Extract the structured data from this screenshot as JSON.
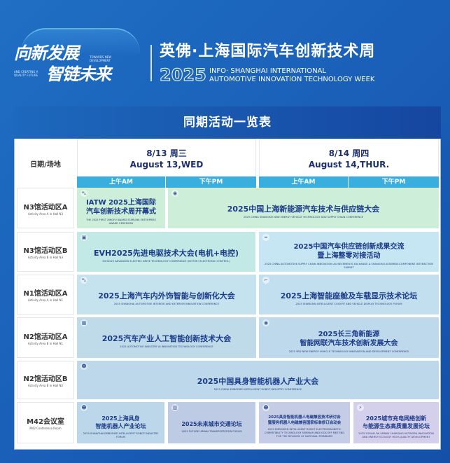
{
  "banner": {
    "slogan_line1": "向新发展",
    "slogan_line2": "智链未来",
    "slogan_en1": "TOWARDS NEW DEVELOPMENT",
    "slogan_en2": "AND CREATING A QUALITY FUTURE",
    "title_cn": "英佛·上海国际汽车创新技术周",
    "year": "2025",
    "title_en1": "INFO· SHANGHAI INTERNATIONAL",
    "title_en2": "AUTOMOTIVE INNOVATION TECHNOLOGY WEEK"
  },
  "table": {
    "title": "同期活动一览表",
    "corner": "日期/场地",
    "days": [
      {
        "date": "8/13  周三",
        "en": "August 13,WED",
        "am": "上午AM",
        "pm": "下午PM"
      },
      {
        "date": "8/14  周四",
        "en": "August 14,THUR.",
        "am": "上午AM",
        "pm": "下午PM"
      }
    ],
    "venues": [
      {
        "cn": "N3馆活动区A",
        "en": "Activity Area A in Hall N3"
      },
      {
        "cn": "N3馆活动区B",
        "en": "Activity Area B in Hall N3"
      },
      {
        "cn": "N1馆活动区A",
        "en": "Activity Area A in Hall N1"
      },
      {
        "cn": "N2馆活动区A",
        "en": "Activity Area B in Hall N1"
      },
      {
        "cn": "N2馆活动区B",
        "en": "Activity Area B  in Hall N2"
      },
      {
        "cn": "M42会议室",
        "en": "M42 Conference Room"
      }
    ],
    "events": [
      {
        "cn": "IATW 2025上海国际\n汽车创新技术周开幕式",
        "en": "THE 2025 FIRST XINGYU AWARD STARLINK ENTERPRISE AWARD CEREMONY",
        "icon": "car-icon",
        "color": "#cdeed8"
      },
      {
        "cn": "2025中国上海新能源汽车技术与供应链大会",
        "en": "2025 CHINA SHANGHAI NEW ENERGY VEHICLE TECHNOLOGY AND SUPPLY CHAIN CONFERENCE",
        "icon": "shield-icon",
        "color": "#cdeed8"
      },
      {
        "cn": "EVH2025先进电驱技术大会(电机+电控)",
        "en": "EVH2025 ADVANCED ELECTRIC DRIVE TECHNOLOGY CONFERENCE (MOTOR+ELECTRONIC CONTROL)",
        "icon": "motor-icon",
        "color": "#c2e9e6"
      },
      {
        "cn": "2025中国汽车供应链创新成果交流\n暨上海整零对接活动",
        "en": "2025 CHINA AUTOMOTIVE SUPPLY CHAIN INNOVATION ACHIEVEMENTS EXCHANGE & SHANGHAI ASSEMBLY-COMPONENT INTERACTION SUMMIT",
        "icon": "link-icon",
        "color": "#c6e6f4"
      },
      {
        "cn": "2025上海汽车内外饰智能与创新化大会",
        "en": "2025 SHANGHAI AUTOMOTIVE INTERIOR AND EXTERIOR INNOVATION CONFERENCE",
        "icon": "car-icon",
        "color": "#c4e3ef"
      },
      {
        "cn": "2025上海智能座舱及车载显示技术论坛",
        "en": "2025 SHANGHAI INTELLIGENT COCKPIT AND VEHICLE DISPLAY TECHNOLOGY FORUM",
        "icon": "seat-icon",
        "color": "#c2dff0"
      },
      {
        "cn": "2025汽车产业人工智能创新技术大会",
        "en": "2025 AUTOMOTIVE INDUSTRY AI INNOVATION TECHNOLOGY CONFERENCE",
        "icon": "chip-icon",
        "color": "#bfdbea"
      },
      {
        "cn": "2025长三角新能源\n智能网联汽车技术创新发展大会",
        "en": "2025 YRD NEW ENERGY VEHICLE TECHNOLOGY INNOVATION AND DEVELOPMENT CONFERENCE",
        "icon": "shield-icon",
        "color": "#bfd9ec"
      },
      {
        "cn": "2025中国具身智能机器人产业大会",
        "en": "2025 CHINA EMBODIED INTELLIGENT ROBOT INDUSTRY CONFERENCE",
        "icon": "robot-icon",
        "color": "#bcd8ea"
      },
      {
        "cn": "2025上海具身\n智能机器人产业论坛",
        "en": "2025 SHANGHAI EMBODIED INTELLIGENT ROBOT INDUSTRY FORUM",
        "icon": "robot-icon",
        "color": "#bcd7e9"
      },
      {
        "cn": "2025未来城市交通论坛",
        "en": "2025 FUTURE URBAN TRANSPORTATION FORUM",
        "icon": "building-icon",
        "color": "#bdcbe4"
      },
      {
        "cn": "2025具身智能机器人电磁兼容技术研讨会\n暨服务机器人电磁兼容国家标准修订启动会",
        "en": "2025 EMBODIED INTELLIGENT ROBOT ELECTROMAGNETIC COMPATIBILITY TECHNOLOGY SEMINAR AND KICK-OFF MEETING FOR THE REVISION OF NATIONAL STANDARD",
        "icon": "robot-icon",
        "color": "#c4cde5"
      },
      {
        "cn": "2025城市充电网络创新\n与能源生态高质量发展论坛",
        "en": "2025 FORUM ON URBAN CHARGING NETWORK INNOVATION AND ENERGY ECOLOGY HIGH-QUALITY DEVELOPMENT",
        "icon": "charger-icon",
        "color": "#d4d0ec"
      }
    ]
  }
}
